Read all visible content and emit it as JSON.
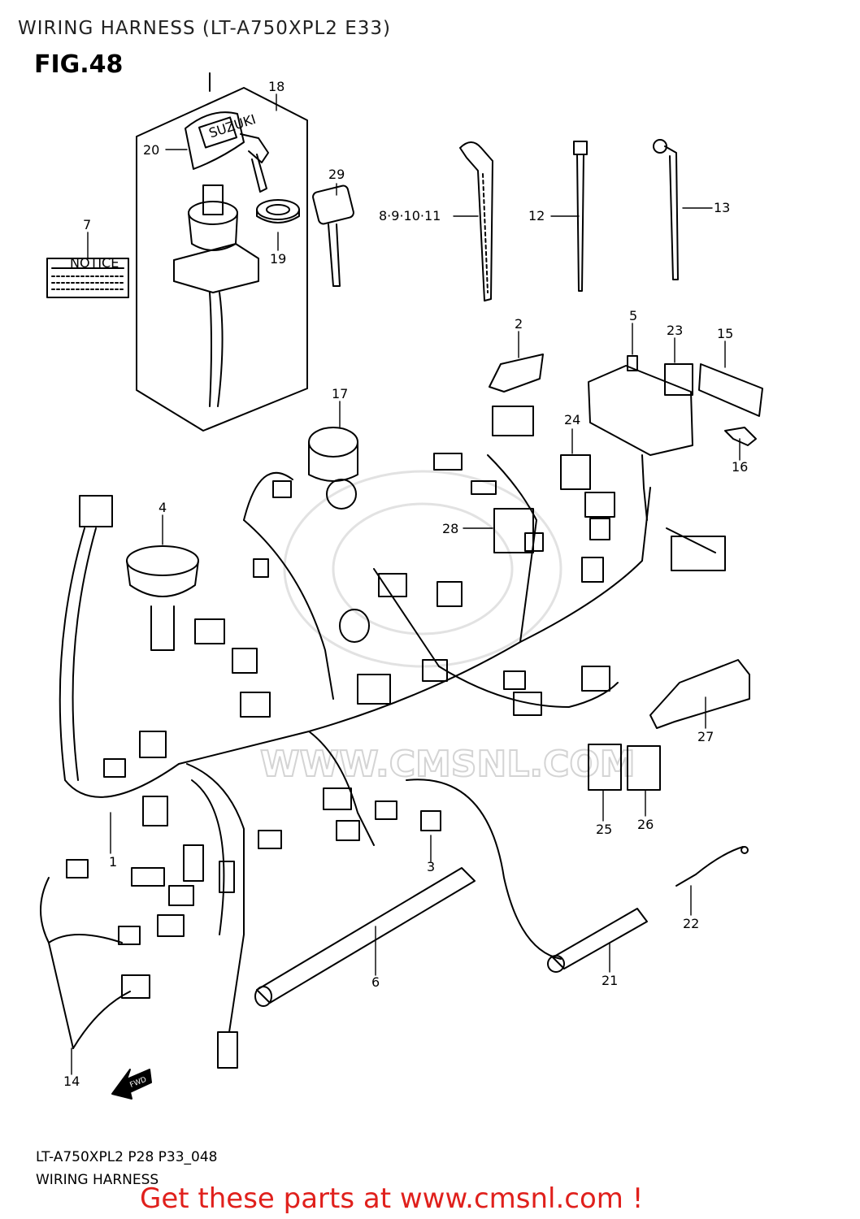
{
  "header": {
    "title": "WIRING HARNESS (LT-A750XPL2 E33)",
    "figure": "FIG.48"
  },
  "footer": {
    "code": "LT-A750XPL2 P28 P33_048",
    "caption": "WIRING HARNESS",
    "promo": "Get these parts at www.cmsnl.com !"
  },
  "diagram": {
    "watermark": "WWW.CMSNL.COM",
    "forward_marker": "FWD",
    "notice_label": "NOTICE",
    "key_brand": "SUZUKI",
    "callouts": [
      "1",
      "2",
      "3",
      "4",
      "5",
      "6",
      "7",
      "8·9·10·11",
      "12",
      "13",
      "14",
      "15",
      "16",
      "17",
      "18",
      "19",
      "20",
      "21",
      "22",
      "23",
      "24",
      "25",
      "26",
      "27",
      "28",
      "29"
    ]
  }
}
